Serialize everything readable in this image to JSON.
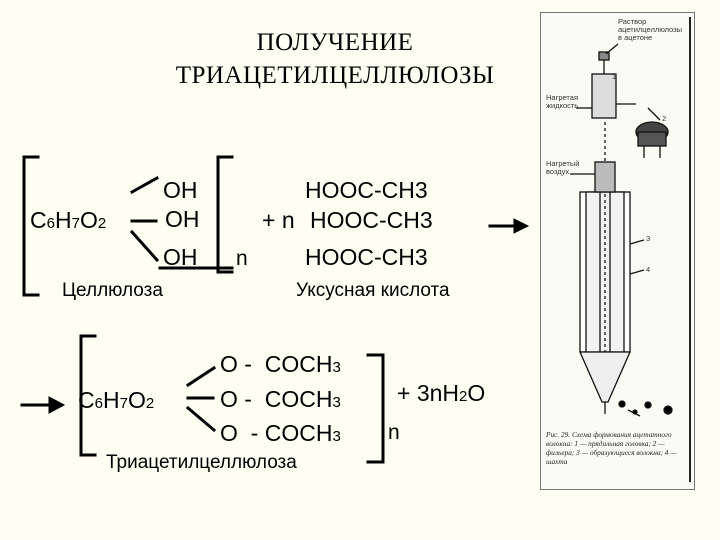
{
  "title": {
    "line1": "ПОЛУЧЕНИЕ",
    "line2": "ТРИАЦЕТИЛЦЕЛЛЮЛОЗЫ"
  },
  "reaction1": {
    "cellulose": {
      "c": "C",
      "c_n": "6",
      "h": "H",
      "h_n": "7",
      "o": "O",
      "o_n": "2"
    },
    "oh_groups": [
      "OH",
      "OH",
      "OH"
    ],
    "n_label": "n",
    "coefficient": "+ n",
    "acid_groups": [
      "HOOC-CH3",
      "HOOC-CH3",
      "HOOC-CH3"
    ],
    "cellulose_caption": "Целлюлоза",
    "acid_caption": "Уксусная кислота"
  },
  "reaction2": {
    "core": {
      "c": "C",
      "c_n": "6",
      "h": "H",
      "h_n": "7",
      "o": "O",
      "o_n": "2"
    },
    "esters": [
      {
        "o": "O -",
        "group": "COCH",
        "n": "3"
      },
      {
        "o": "O -",
        "group": "COCH",
        "n": "3"
      },
      {
        "o": "O",
        "group": "- COCH",
        "n": "3"
      }
    ],
    "water": {
      "prefix": "+ 3nH",
      "n": "2",
      "suffix": "O"
    },
    "n_label": "n",
    "caption": "Триацетилцеллюлоза"
  },
  "figure": {
    "labels": {
      "solution": "Раствор\nацетилцеллюлозы\nв ацетоне",
      "heated_liquid": "Нагретая\nжидкость",
      "heated_air": "Нагретый\nвоздух",
      "num1": "1",
      "num2": "2",
      "num3": "3",
      "num4": "4"
    },
    "caption": "Рис. 29. Схема формования ацетатного волокна: 1 — прядильная головка; 2 — фильера; 3 — образующиеся волокна; 4 — шахта"
  }
}
